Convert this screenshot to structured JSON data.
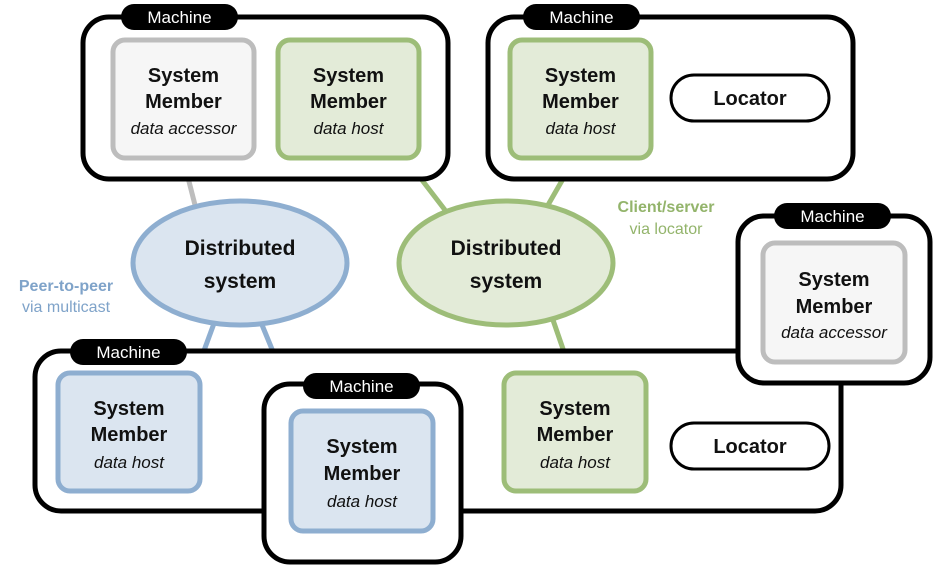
{
  "colors": {
    "blue_fill": "#dbe5f0",
    "blue_stroke": "#8eaed0",
    "green_fill": "#e3ebd8",
    "green_stroke": "#9dbd78",
    "gray_fill": "#f6f6f6",
    "gray_stroke": "#bdbdbd",
    "machine_stroke": "#000000",
    "peer_text": "#7fa3c9",
    "client_text": "#93b46b"
  },
  "labels": {
    "machine": "Machine",
    "member_line1": "System",
    "member_line2": "Member",
    "data_host": "data host",
    "data_accessor": "data accessor",
    "locator": "Locator",
    "distributed_line1": "Distributed",
    "distributed_line2": "system",
    "peer_title": "Peer-to-peer",
    "peer_sub": "via multicast",
    "client_title": "Client/server",
    "client_sub": "via locator"
  }
}
